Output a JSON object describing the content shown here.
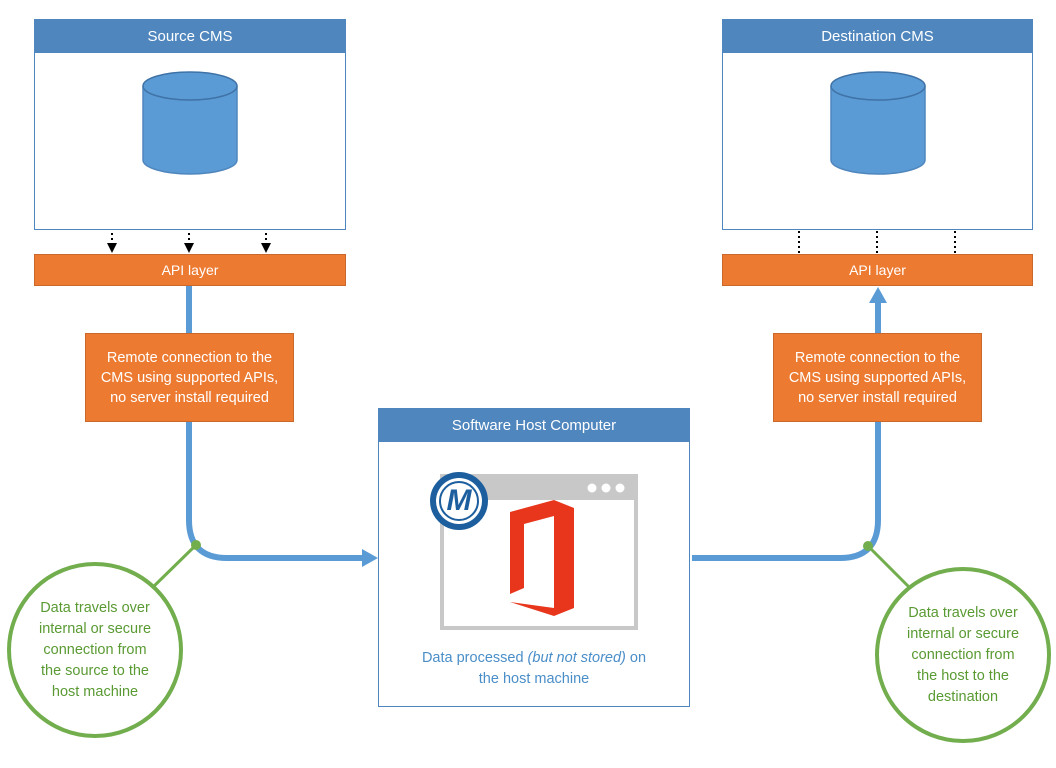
{
  "source": {
    "title": "Source CMS",
    "api_label": "API layer",
    "note_lines": [
      "Remote connection to the",
      "CMS using supported APIs,",
      "no server install required"
    ],
    "circle_lines": [
      "Data travels over",
      "internal or secure",
      "connection from",
      "the source to the",
      "host machine"
    ]
  },
  "destination": {
    "title": "Destination CMS",
    "api_label": "API layer",
    "note_lines": [
      "Remote connection to the",
      "CMS using supported APIs,",
      "no server install required"
    ],
    "circle_lines": [
      "Data travels over",
      "internal or secure",
      "connection from",
      "the host to the",
      "destination"
    ]
  },
  "host": {
    "title": "Software Host Computer",
    "badge_letter": "M",
    "caption_pre": "Data processed ",
    "caption_em": "(but not stored)",
    "caption_post": " on",
    "caption_line2": "the host machine"
  },
  "colors": {
    "panel_blue": "#4f86bd",
    "connector_blue": "#5b9bd5",
    "api_orange": "#ec7a31",
    "circle_green": "#72ae4d",
    "office_red": "#e8361c"
  }
}
